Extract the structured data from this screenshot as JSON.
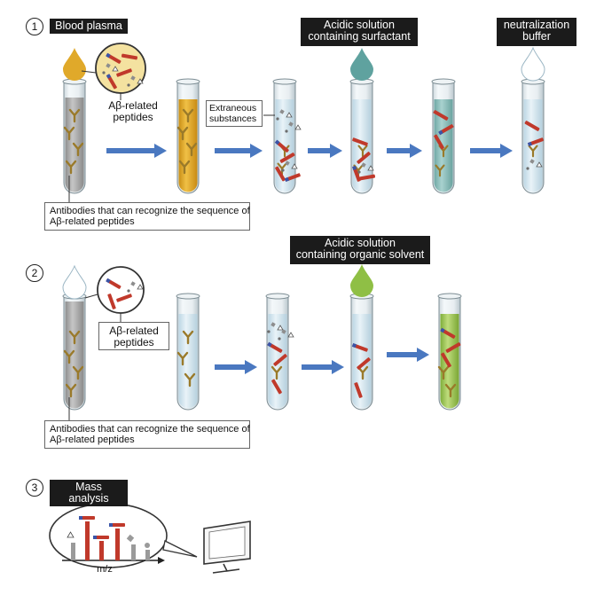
{
  "step1": {
    "number": "1",
    "title": "Blood plasma",
    "peptides_label": "Aβ-related\npeptides",
    "extraneous_label": "Extraneous\nsubstances",
    "acidic_surfactant_label": "Acidic solution\ncontaining surfactant",
    "neutralization_label": "neutralization\nbuffer",
    "antibodies_label": "Antibodies that can recognize the sequence of\nAβ-related peptides"
  },
  "step2": {
    "number": "2",
    "peptides_label": "Aβ-related\npeptides",
    "acidic_organic_label": "Acidic solution\ncontaining organic solvent",
    "antibodies_label": "Antibodies that can recognize the sequence of\nAβ-related peptides"
  },
  "step3": {
    "number": "3",
    "title": "Mass analysis",
    "axis_label": "m/z"
  },
  "colors": {
    "plasma": "#e0a92a",
    "surfactant": "#5fa29f",
    "organic": "#8fbf45",
    "arrow": "#4a78c0",
    "antibody": "#9a7a2a",
    "peptide_red": "#c0392b",
    "peptide_blue": "#3a55a8"
  }
}
